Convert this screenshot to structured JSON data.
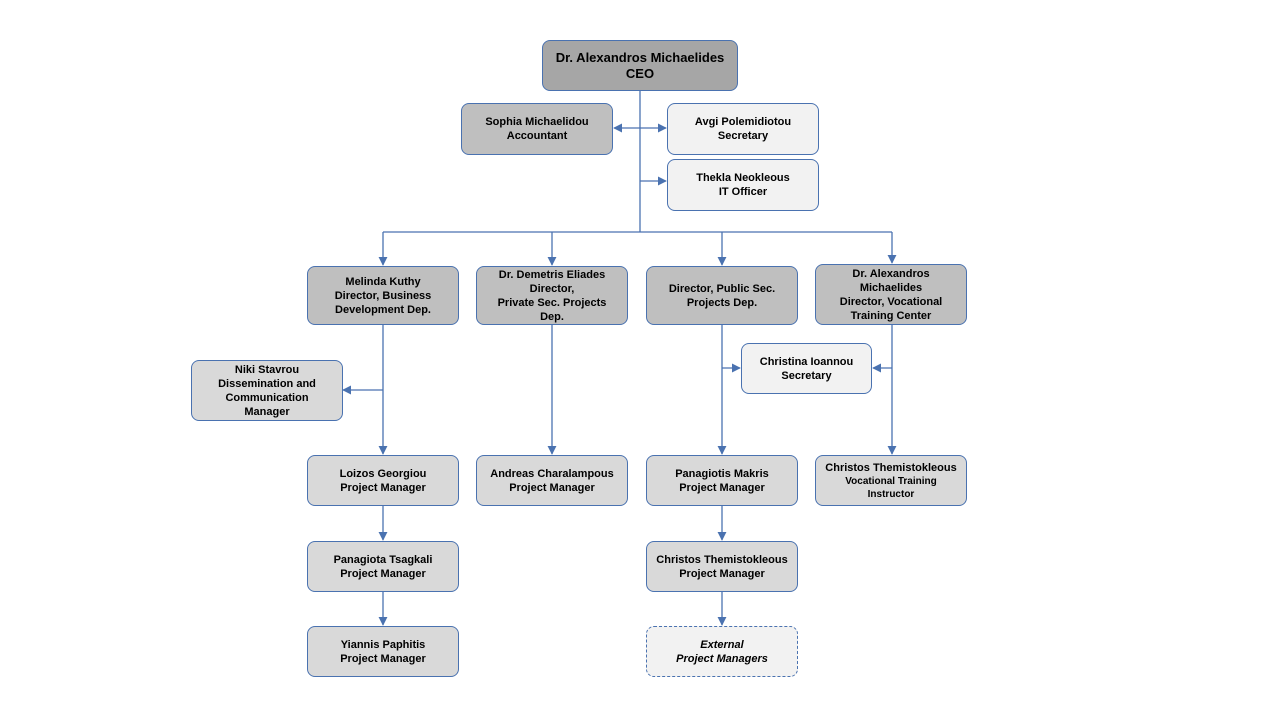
{
  "org_chart": {
    "colors": {
      "line": "#4a72b0",
      "box_dark": "#bfbfbf",
      "box_darker": "#a6a6a6",
      "box_mid": "#d9d9d9",
      "box_light": "#f2f2f2"
    },
    "ceo": {
      "line1": "Dr. Alexandros Michaelides",
      "line2": "CEO"
    },
    "staff": {
      "accountant": {
        "line1": "Sophia Michaelidou",
        "line2": "Accountant"
      },
      "secretary": {
        "line1": "Avgi Polemidiotou",
        "line2": "Secretary"
      },
      "it_officer": {
        "line1": "Thekla Neokleous",
        "line2": "IT Officer"
      }
    },
    "directors": {
      "business": {
        "line1": "Melinda Kuthy",
        "line2": "Director, Business",
        "line3": "Development Dep."
      },
      "private": {
        "line1": "Dr. Demetris Eliades",
        "line2": "Director,",
        "line3": "Private Sec. Projects",
        "line4": "Dep."
      },
      "public": {
        "line1": "Director, Public Sec.",
        "line2": "Projects Dep."
      },
      "vocational": {
        "line1": "Dr. Alexandros",
        "line2": "Michaelides",
        "line3": "Director, Vocational",
        "line4": "Training Center"
      }
    },
    "dissemination": {
      "line1": "Niki Stavrou",
      "line2": "Dissemination and",
      "line3": "Communication",
      "line4": "Manager"
    },
    "center_secretary": {
      "line1": "Christina Ioannou",
      "line2": "Secretary"
    },
    "business_managers": [
      {
        "line1": "Loizos Georgiou",
        "line2": "Project Manager"
      },
      {
        "line1": "Panagiota Tsagkali",
        "line2": "Project Manager"
      },
      {
        "line1": "Yiannis Paphitis",
        "line2": "Project Manager"
      }
    ],
    "private_manager": {
      "line1": "Andreas Charalampous",
      "line2": "Project Manager"
    },
    "public_managers": [
      {
        "line1": "Panagiotis Makris",
        "line2": "Project Manager"
      },
      {
        "line1": "Christos Themistokleous",
        "line2": "Project Manager"
      }
    ],
    "external": {
      "line1": "External",
      "line2": "Project Managers"
    },
    "instructor": {
      "line1": "Christos Themistokleous",
      "line2": "Vocational Training",
      "line3": "Instructor"
    }
  }
}
